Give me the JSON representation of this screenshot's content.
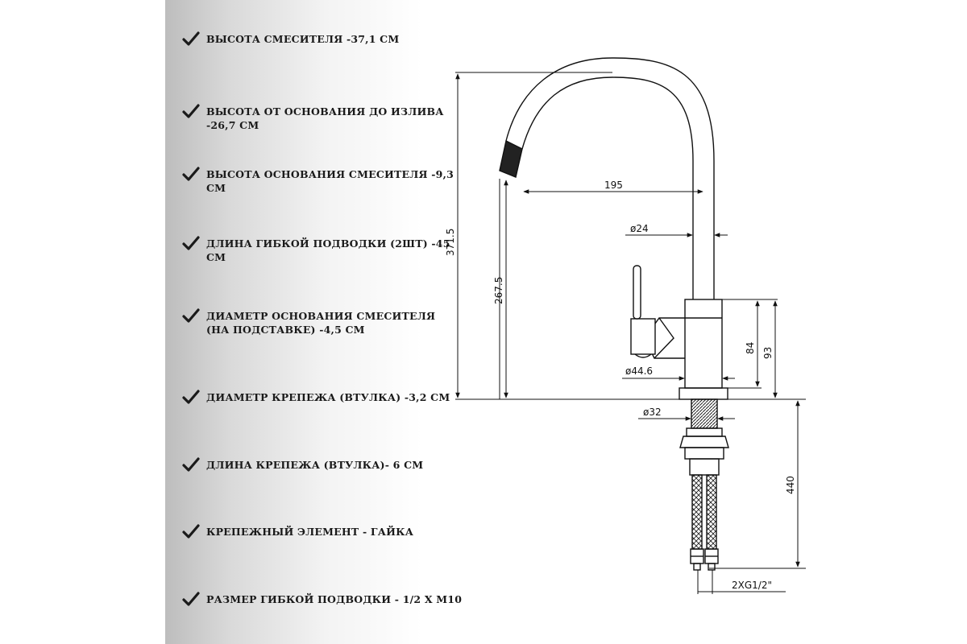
{
  "specs": [
    {
      "text": "ВЫСОТА СМЕСИТЕЛЯ -37,1 СМ"
    },
    {
      "text": "ВЫСОТА ОТ ОСНОВАНИЯ ДО ИЗЛИВА -26,7 СМ"
    },
    {
      "text": "ВЫСОТА ОСНОВАНИЯ СМЕСИТЕЛЯ -9,3 СМ"
    },
    {
      "text": "ДЛИНА ГИБКОЙ ПОДВОДКИ (2ШТ) -45 СМ"
    },
    {
      "text": "ДИАМЕТР ОСНОВАНИЯ СМЕСИТЕЛЯ\n(НА ПОДСТАВКЕ) -4,5 СМ"
    },
    {
      "text": "ДИАМЕТР КРЕПЕЖА (ВТУЛКА) -3,2 СМ"
    },
    {
      "text": "ДЛИНА КРЕПЕЖА (ВТУЛКА)- 6 СМ"
    },
    {
      "text": "КРЕПЕЖНЫЙ ЭЛЕМЕНТ - ГАЙКА"
    },
    {
      "text": "РАЗМЕР ГИБКОЙ ПОДВОДКИ - 1/2 Х М10"
    }
  ],
  "dimensions": {
    "spout_reach": "195",
    "tube_diameter": "ø24",
    "total_height": "371.5",
    "spout_height": "267.5",
    "body_height_inner": "84",
    "body_height_outer": "93",
    "body_diameter": "ø44.6",
    "shank_diameter": "ø32",
    "hose_length": "440",
    "hose_thread": "2XG1/2\""
  },
  "colors": {
    "line": "#1a1a1a",
    "text": "#1a1a1a"
  }
}
